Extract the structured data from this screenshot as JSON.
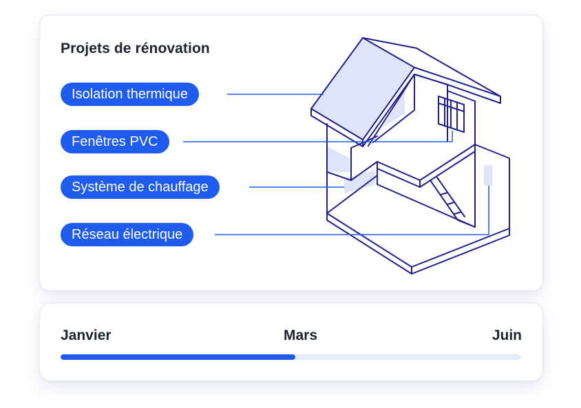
{
  "renovation": {
    "title": "Projets de rénovation",
    "items": [
      {
        "label": "Isolation thermique"
      },
      {
        "label": "Fenêtres PVC"
      },
      {
        "label": "Système de chauffage"
      },
      {
        "label": "Réseau électrique"
      }
    ]
  },
  "timeline": {
    "start_label": "Janvier",
    "middle_label": "Mars",
    "end_label": "Juin",
    "progress": 0.51
  },
  "colors": {
    "accent": "#1f5bef",
    "house_line": "#1e1e8c",
    "house_fill": "#dfe4fb",
    "track": "#e6ebf8"
  }
}
